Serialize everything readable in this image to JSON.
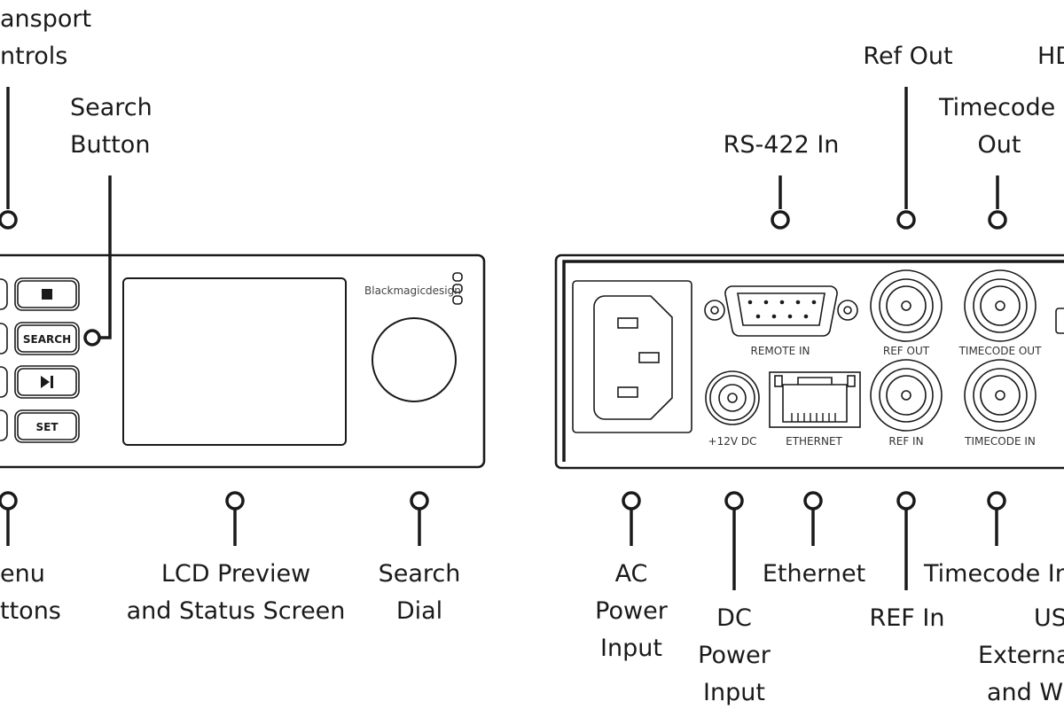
{
  "front_panel": {
    "logo": "Blackmagicdesign",
    "buttons": {
      "search": "SEARCH",
      "set": "SET"
    }
  },
  "rear_panel": {
    "port_labels": {
      "remote_in": "REMOTE IN",
      "ref_out": "REF OUT",
      "timecode_out": "TIMECODE OUT",
      "dc": "+12V DC",
      "ethernet": "ETHERNET",
      "ref_in": "REF IN",
      "timecode_in": "TIMECODE IN"
    }
  },
  "callouts": {
    "transport_controls": [
      "ansport",
      "ntrols"
    ],
    "search_button": [
      "Search",
      "Button"
    ],
    "menu_buttons": [
      "enu",
      "ttons"
    ],
    "lcd_preview": [
      "LCD Preview",
      "and Status Screen"
    ],
    "search_dial": [
      "Search",
      "Dial"
    ],
    "rs422_in": [
      "RS-422 In"
    ],
    "ref_out": [
      "Ref Out"
    ],
    "hd": [
      "HD"
    ],
    "timecode_out": [
      "Timecode",
      "Out"
    ],
    "ac_power": [
      "AC",
      "Power",
      "Input"
    ],
    "dc_power": [
      "DC",
      "Power",
      "Input"
    ],
    "ethernet": [
      "Ethernet"
    ],
    "ref_in": [
      "REF In"
    ],
    "timecode_in": [
      "Timecode In"
    ],
    "usb": [
      "US",
      "Externa",
      "and W"
    ]
  }
}
